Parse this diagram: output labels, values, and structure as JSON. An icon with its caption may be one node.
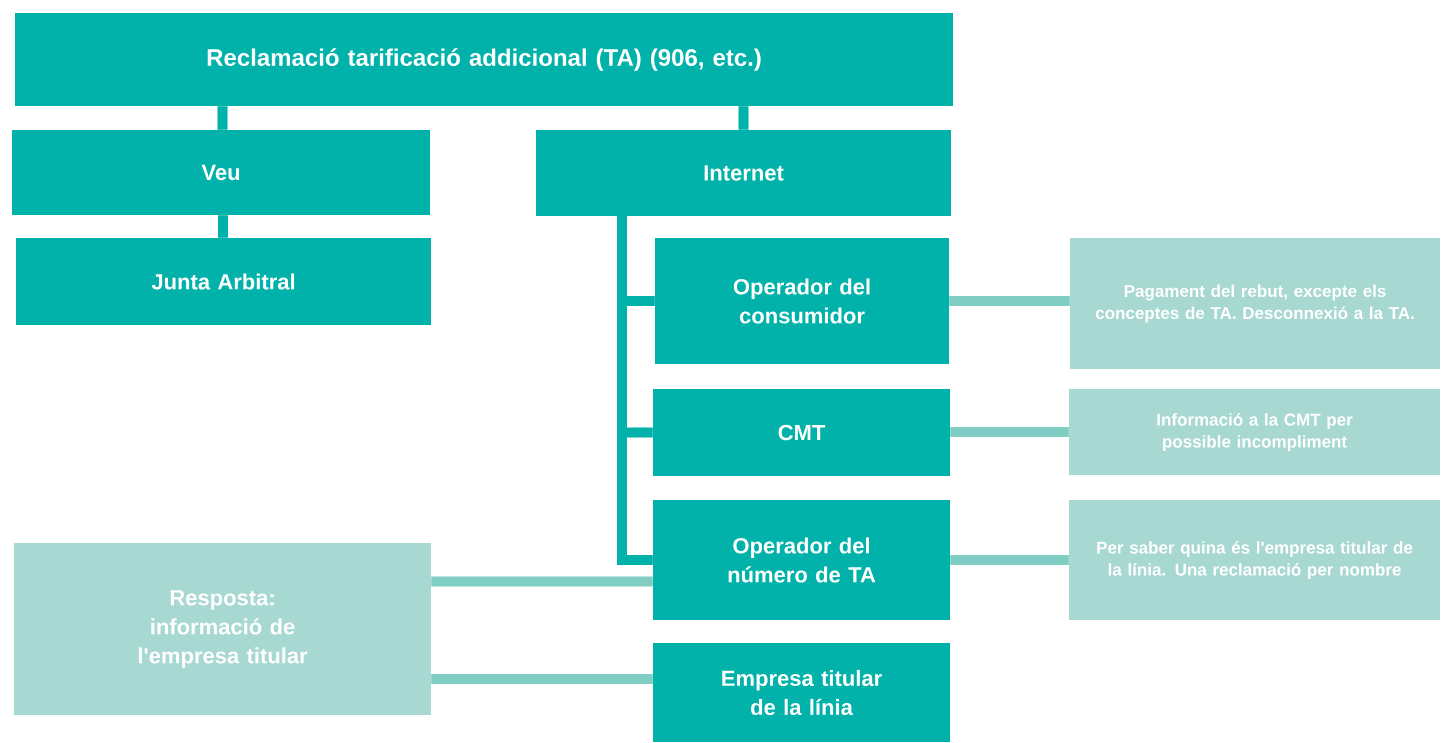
{
  "diagram": {
    "nodes": [
      {
        "text": [
          "Reclamació tarificació addicional (TA) (906, etc.)"
        ]
      },
      {
        "text": [
          "Veu"
        ]
      },
      {
        "text": [
          "Junta Arbitral"
        ]
      },
      {
        "text": [
          "Internet"
        ]
      },
      {
        "text": [
          "Operador del consumidor"
        ]
      },
      {
        "text": [
          "Pagament del rebut, excepte els conceptes de TA. Desconnexió a la TA."
        ]
      },
      {
        "text": [
          "CMT"
        ]
      },
      {
        "text": [
          "Informació a la CMT per possible incompliment"
        ]
      },
      {
        "text": [
          "Operador del número de TA"
        ]
      },
      {
        "text": [
          "Per saber quina és l'empresa titular de la línia. Una reclamació per nombre"
        ]
      },
      {
        "text": [
          "Resposta: informació de l'empresa titular"
        ]
      },
      {
        "text": [
          "Empresa titular de la línia"
        ]
      }
    ],
    "edges": [
      {
        "from": 0,
        "to": 1,
        "arrow": "none"
      },
      {
        "from": 0,
        "to": 3,
        "arrow": "none"
      },
      {
        "from": 1,
        "to": 2,
        "arrow": "none"
      },
      {
        "from": 3,
        "to": 4,
        "arrow": "none"
      },
      {
        "from": 3,
        "to": 6,
        "arrow": "none"
      },
      {
        "from": 3,
        "to": 8,
        "arrow": "none"
      },
      {
        "from": 4,
        "to": 5,
        "arrow": "none",
        "color": "#80cdc4"
      },
      {
        "from": 6,
        "to": 7,
        "arrow": "none",
        "color": "#80cdc4"
      },
      {
        "from": 8,
        "to": 9,
        "arrow": "none",
        "color": "#80cdc4"
      },
      {
        "from": 8,
        "to": 10,
        "arrow": "none",
        "color": "#80cdc4"
      },
      {
        "from": 10,
        "to": 11,
        "arrow": "none",
        "color": "#80cdc4"
      }
    ]
  }
}
